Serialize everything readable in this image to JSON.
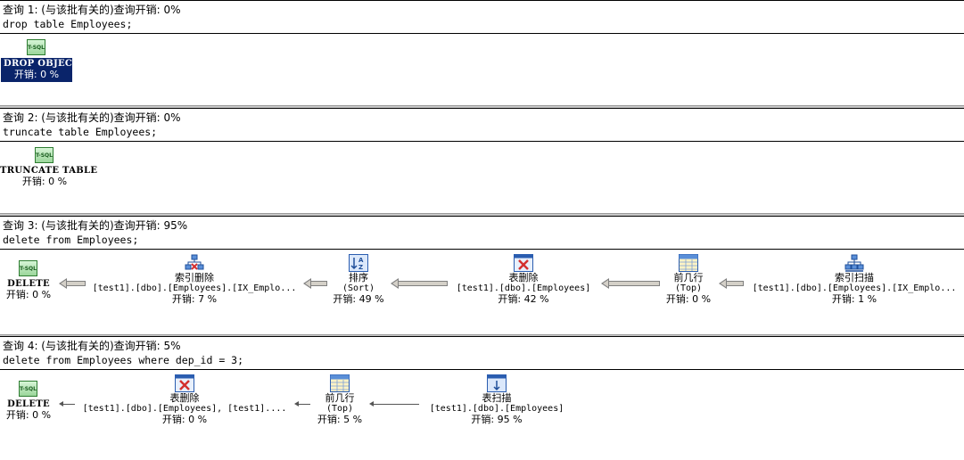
{
  "queries": [
    {
      "title": "查询 1: (与该批有关的)查询开销: 0%",
      "sql": "drop table Employees;",
      "nodes": [
        {
          "icon": "tsql-icon",
          "icon_text": "T-SQL",
          "line1": "DROP OBJECT",
          "cost": "开销: 0 %",
          "selected": true
        }
      ]
    },
    {
      "title": "查询 2: (与该批有关的)查询开销: 0%",
      "sql": "truncate table Employees;",
      "nodes": [
        {
          "icon": "tsql-icon",
          "icon_text": "T-SQL",
          "line1": "TRUNCATE TABLE",
          "cost": "开销: 0 %"
        }
      ]
    },
    {
      "title": "查询 3: (与该批有关的)查询开销: 95%",
      "sql": "delete from Employees;",
      "nodes": [
        {
          "icon": "tsql-icon",
          "icon_text": "T-SQL",
          "line1": "DELETE",
          "cost": "开销: 0 %"
        },
        {
          "icon": "index-delete-icon",
          "line1": "索引删除",
          "line2": "[test1].[dbo].[Employees].[IX_Emplo...",
          "cost": "开销: 7 %"
        },
        {
          "icon": "sort-icon",
          "line1": "排序",
          "line2": "(Sort)",
          "cost": "开销: 49 %"
        },
        {
          "icon": "table-delete-icon",
          "line1": "表删除",
          "line2": "[test1].[dbo].[Employees]",
          "cost": "开销: 42 %"
        },
        {
          "icon": "top-icon",
          "line1": "前几行",
          "line2": "(Top)",
          "cost": "开销: 0 %"
        },
        {
          "icon": "index-scan-icon",
          "line1": "索引扫描",
          "line2": "[test1].[dbo].[Employees].[IX_Emplo...",
          "cost": "开销: 1 %"
        }
      ]
    },
    {
      "title": "查询 4: (与该批有关的)查询开销: 5%",
      "sql": "delete from Employees where dep_id = 3;",
      "nodes": [
        {
          "icon": "tsql-icon",
          "icon_text": "T-SQL",
          "line1": "DELETE",
          "cost": "开销: 0 %"
        },
        {
          "icon": "table-delete-icon",
          "line1": "表删除",
          "line2": "[test1].[dbo].[Employees], [test1]....",
          "cost": "开销: 0 %"
        },
        {
          "icon": "top-icon",
          "line1": "前几行",
          "line2": "(Top)",
          "cost": "开销: 5 %"
        },
        {
          "icon": "table-scan-icon",
          "line1": "表扫描",
          "line2": "[test1].[dbo].[Employees]",
          "cost": "开销: 95 %"
        }
      ]
    }
  ],
  "colors": {
    "selection_bg": "#0a246a",
    "selection_fg": "#ffffff",
    "tsql_green": "#2e7d32"
  }
}
